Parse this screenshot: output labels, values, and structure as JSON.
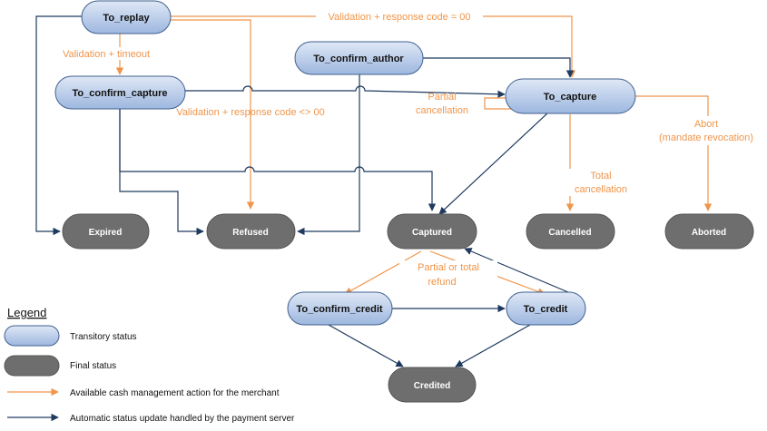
{
  "nodes": {
    "to_replay": "To_replay",
    "to_confirm_author": "To_confirm_author",
    "to_confirm_capture": "To_confirm_capture",
    "to_capture": "To_capture",
    "expired": "Expired",
    "refused": "Refused",
    "captured": "Captured",
    "cancelled": "Cancelled",
    "aborted": "Aborted",
    "to_confirm_credit": "To_confirm_credit",
    "to_credit": "To_credit",
    "credited": "Credited"
  },
  "labels": {
    "validation_code_00": "Validation + response code = 00",
    "validation_timeout": "Validation + timeout",
    "validation_code_not_00": "Validation + response code <> 00",
    "partial_cancellation_line1": "Partial",
    "partial_cancellation_line2": "cancellation",
    "abort_line1": "Abort",
    "abort_line2": "(mandate revocation)",
    "total_cancellation_line1": "Total",
    "total_cancellation_line2": "cancellation",
    "refund_line1": "Partial or total",
    "refund_line2": "refund"
  },
  "legend": {
    "title": "Legend",
    "transitory": "Transitory status",
    "final": "Final status",
    "merchant_action": "Available cash management action  for the merchant",
    "automatic_update": "Automatic status update handled by the payment server"
  },
  "colors": {
    "orange": "#f0954a",
    "navy": "#1f3a5f",
    "transitory_fill": "#b4c7e7",
    "final_fill": "#6e6e6e"
  }
}
